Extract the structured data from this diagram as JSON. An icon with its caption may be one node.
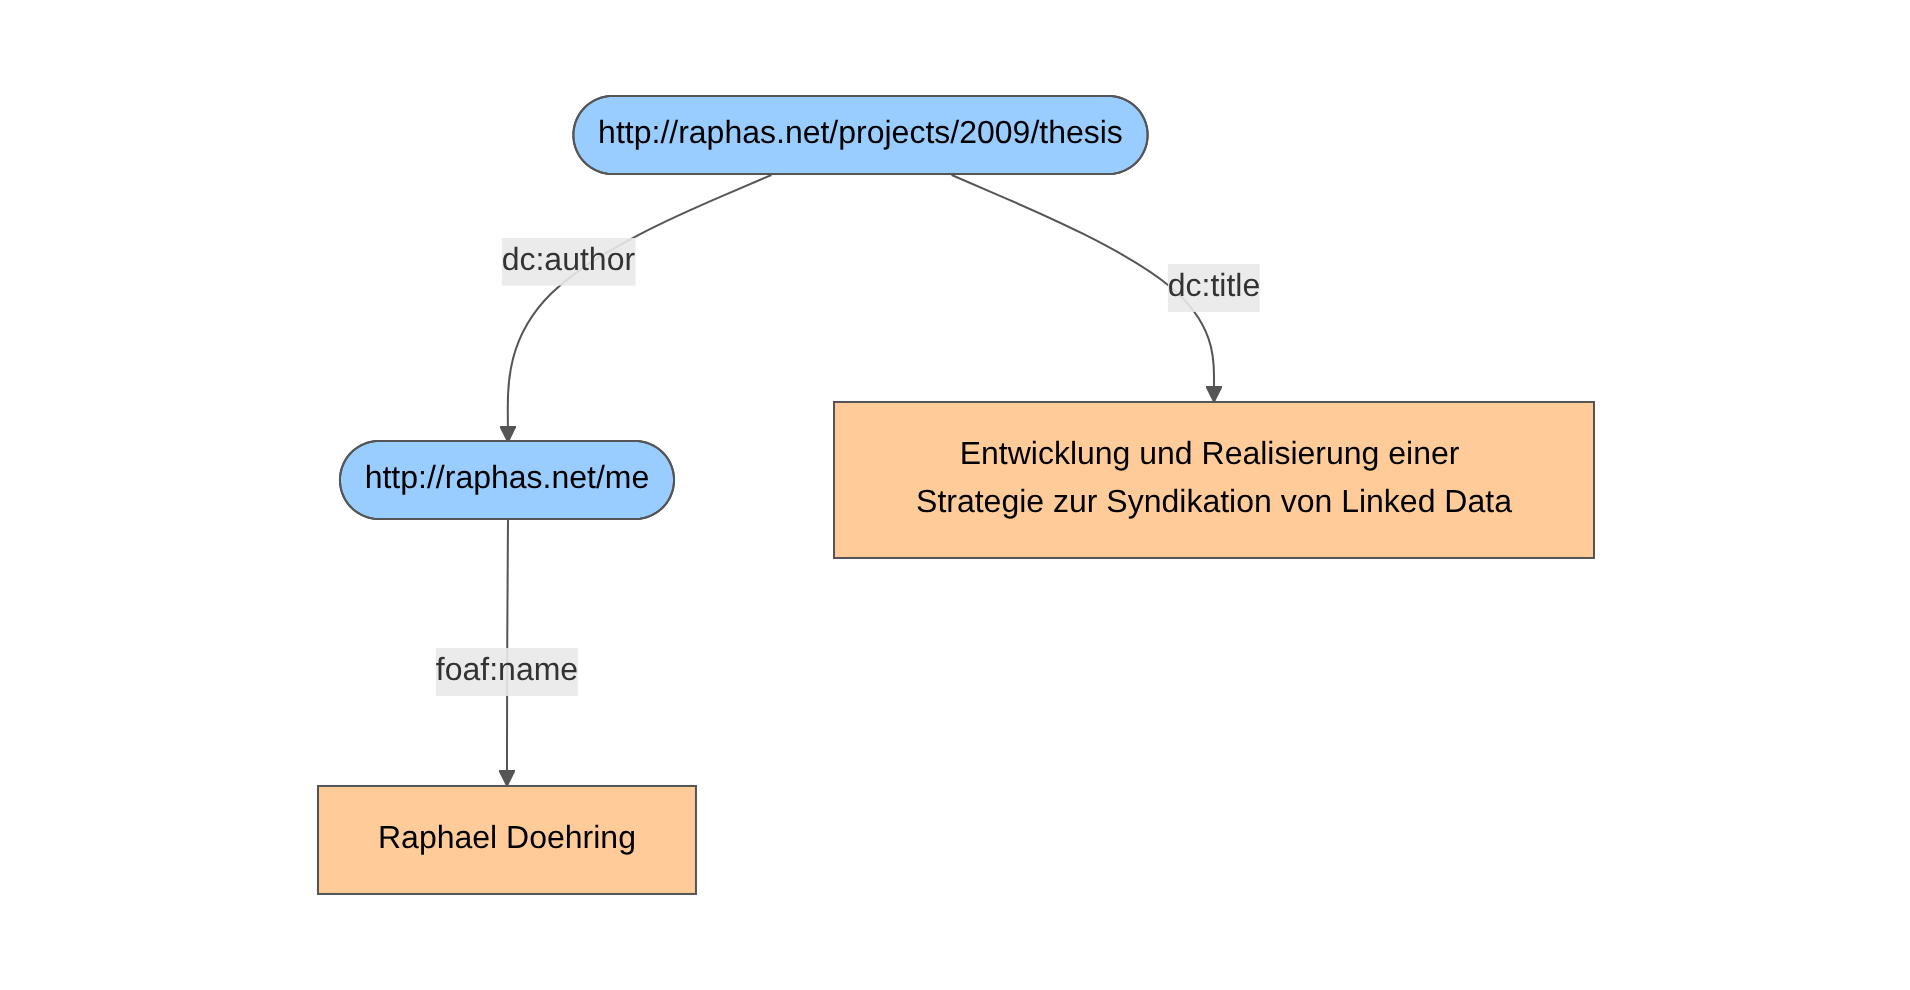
{
  "diagram": {
    "nodes": [
      {
        "text": [
          "http://raphas.net/projects/2009/thesis"
        ]
      },
      {
        "text": [
          "http://raphas.net/me"
        ]
      },
      {
        "text": [
          "Entwicklung und Realisierung einer Strategie zur Syndikation von Linked Data"
        ]
      },
      {
        "text": [
          "Raphael Doehring"
        ]
      }
    ],
    "edges": [
      {
        "from": 0,
        "to": 1,
        "arrow": "to",
        "label": "dc:author"
      },
      {
        "from": 0,
        "to": 2,
        "arrow": "to",
        "label": "dc:title"
      },
      {
        "from": 1,
        "to": 3,
        "arrow": "to",
        "label": "foaf:name"
      }
    ]
  }
}
